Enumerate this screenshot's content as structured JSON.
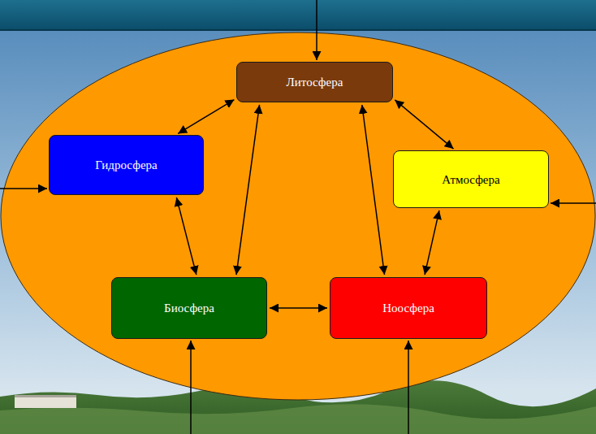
{
  "diagram": {
    "nodes": [
      {
        "text": [
          "Литосфера"
        ]
      },
      {
        "text": [
          "Гидросфера"
        ]
      },
      {
        "text": [
          "Атмосфера"
        ]
      },
      {
        "text": [
          "Биосфера"
        ]
      },
      {
        "text": [
          "Ноосфера"
        ]
      }
    ],
    "edges": [
      {
        "from": 0,
        "to": 1,
        "arrow": "both"
      },
      {
        "from": 0,
        "to": 2,
        "arrow": "both"
      },
      {
        "from": 0,
        "to": 3,
        "arrow": "both"
      },
      {
        "from": 0,
        "to": 4,
        "arrow": "both"
      },
      {
        "from": 1,
        "to": 3,
        "arrow": "both"
      },
      {
        "from": 2,
        "to": 4,
        "arrow": "both"
      },
      {
        "from": 3,
        "to": 4,
        "arrow": "both"
      }
    ]
  }
}
